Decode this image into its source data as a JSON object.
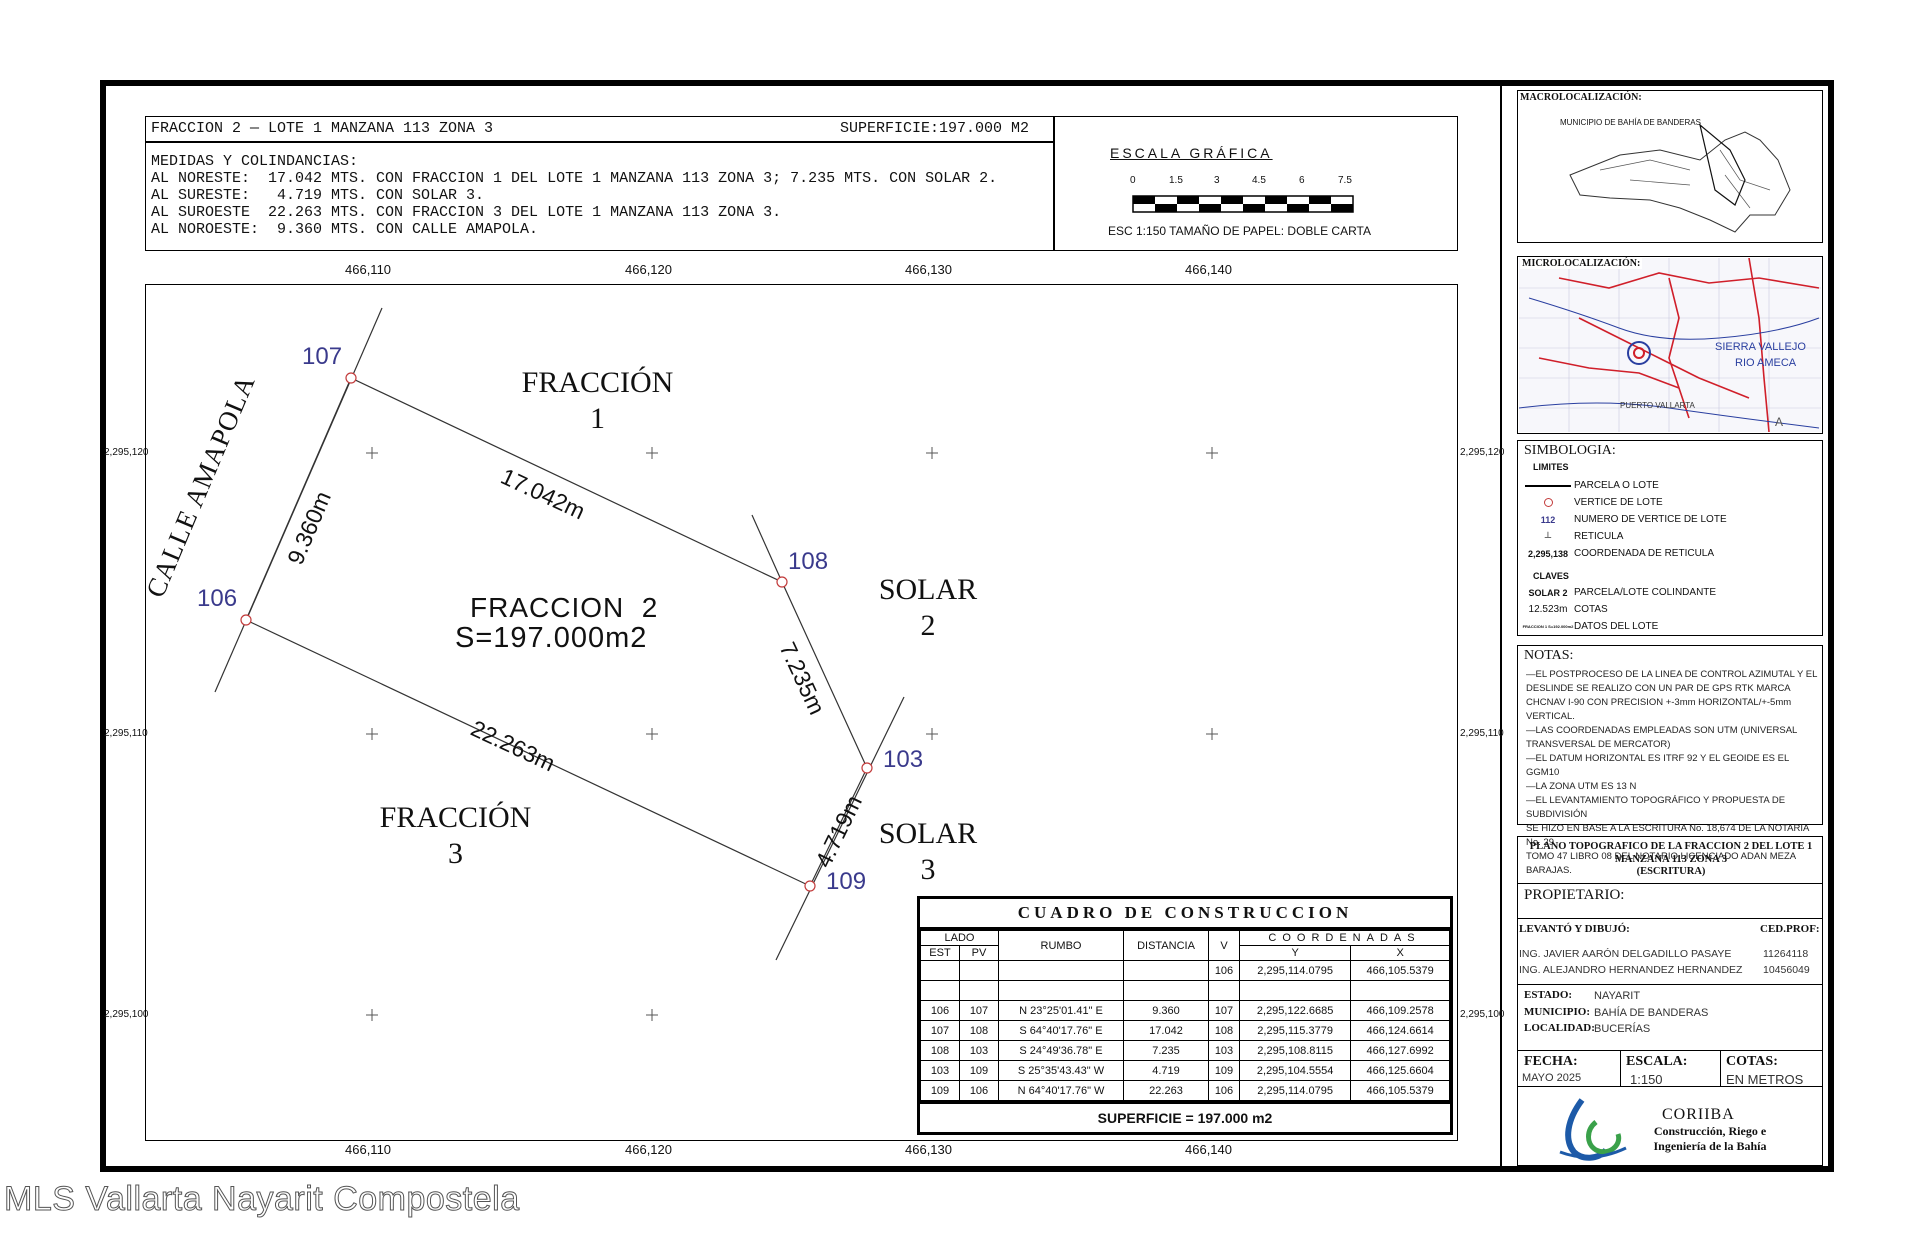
{
  "watermark": "MLS Vallarta Nayarit Compostela",
  "header": {
    "title": "FRACCION 2 — LOTE 1 MANZANA 113 ZONA 3",
    "superficie": "SUPERFICIE:197.000 M2",
    "medidas_title": "MEDIDAS Y COLINDANCIAS:",
    "noreste": "AL NORESTE:  17.042 MTS. CON FRACCION 1 DEL LOTE 1 MANZANA 113 ZONA 3; 7.235 MTS. CON SOLAR 2.",
    "sureste": "AL SURESTE:   4.719 MTS. CON SOLAR 3.",
    "suroeste": "AL SUROESTE  22.263 MTS. CON FRACCION 3 DEL LOTE 1 MANZANA 113 ZONA 3.",
    "noroeste": "AL NOROESTE:  9.360 MTS. CON CALLE AMAPOLA."
  },
  "scale": {
    "title": "ESCALA GRÁFICA",
    "ticks": [
      "0",
      "1.5",
      "3",
      "4.5",
      "6",
      "7.5"
    ],
    "caption": "ESC 1:150  TAMAÑO DE PAPEL: DOBLE CARTA"
  },
  "grid": {
    "x_labels": [
      "466,110",
      "466,120",
      "466,130",
      "466,140"
    ],
    "y_labels": [
      "2,295,120",
      "2,295,110",
      "2,295,100"
    ]
  },
  "plan": {
    "street": "CALLE AMAPOLA",
    "fraccion1": [
      "FRACCIÓN",
      "1"
    ],
    "fraccion3": [
      "FRACCIÓN",
      "3"
    ],
    "solar2": [
      "SOLAR",
      "2"
    ],
    "solar3": [
      "SOLAR",
      "3"
    ],
    "lot_name": "FRACCION  2",
    "lot_area": "S=197.000m2",
    "vertices": [
      "107",
      "108",
      "103",
      "109",
      "106"
    ],
    "dims": [
      "9.360m",
      "17.042m",
      "7.235m",
      "4.719m",
      "22.263m"
    ]
  },
  "construction_table": {
    "title": "CUADRO DE CONSTRUCCION",
    "h_lado": "LADO",
    "h_est": "EST",
    "h_pv": "PV",
    "h_rumbo": "RUMBO",
    "h_distancia": "DISTANCIA",
    "h_v": "V",
    "h_coord": "COORDENADAS",
    "h_y": "Y",
    "h_x": "X",
    "first_row": {
      "v": "106",
      "y": "2,295,114.0795",
      "x": "466,105.5379"
    },
    "rows": [
      {
        "est": "106",
        "pv": "107",
        "rumbo": "N 23°25'01.41\" E",
        "dist": "9.360",
        "v": "107",
        "y": "2,295,122.6685",
        "x": "466,109.2578"
      },
      {
        "est": "107",
        "pv": "108",
        "rumbo": "S 64°40'17.76\" E",
        "dist": "17.042",
        "v": "108",
        "y": "2,295,115.3779",
        "x": "466,124.6614"
      },
      {
        "est": "108",
        "pv": "103",
        "rumbo": "S 24°49'36.78\" E",
        "dist": "7.235",
        "v": "103",
        "y": "2,295,108.8115",
        "x": "466,127.6992"
      },
      {
        "est": "103",
        "pv": "109",
        "rumbo": "S 25°35'43.43\" W",
        "dist": "4.719",
        "v": "109",
        "y": "2,295,104.5554",
        "x": "466,125.6604"
      },
      {
        "est": "109",
        "pv": "106",
        "rumbo": "N 64°40'17.76\" W",
        "dist": "22.263",
        "v": "106",
        "y": "2,295,114.0795",
        "x": "466,105.5379"
      }
    ],
    "superficie": "SUPERFICIE = 197.000 m2"
  },
  "side": {
    "macro_title": "MACROLOCALIZACIÓN:",
    "macro_sub": "MUNICIPIO DE BAHÍA DE BANDERAS",
    "micro_title": "MICROLOCALIZACIÓN:",
    "micro_labels": [
      "SIERRA VALLEJO",
      "RIO AMECA",
      "PUERTO VALLARTA",
      "A"
    ],
    "simbologia_title": "SIMBOLOGIA:",
    "limites": "LIMITES",
    "legend": [
      {
        "sym": "",
        "text": "PARCELA O LOTE"
      },
      {
        "sym": "",
        "text": "VERTICE DE LOTE"
      },
      {
        "sym": "112",
        "text": "NUMERO DE VERTICE DE LOTE"
      },
      {
        "sym": "",
        "text": "RETICULA"
      },
      {
        "sym": "2,295,138",
        "text": "COORDENADA DE RETICULA"
      }
    ],
    "claves": "CLAVES",
    "claves_rows": [
      {
        "sym": "SOLAR 2",
        "text": "PARCELA/LOTE COLINDANTE"
      },
      {
        "sym": "12.523m",
        "text": "COTAS"
      },
      {
        "sym": "FRACCION 1 S=192.000m2",
        "text": "DATOS DEL LOTE"
      }
    ],
    "notas_title": "NOTAS:",
    "notas": [
      "—EL POSTPROCESO DE LA LINEA DE CONTROL AZIMUTAL Y EL",
      "DESLINDE SE REALIZO CON UN PAR DE GPS RTK MARCA",
      "CHCNAV I-90 CON PRECISION +-3mm HORIZONTAL/+-5mm",
      "VERTICAL.",
      "—LAS COORDENADAS EMPLEADAS SON UTM (UNIVERSAL",
      "TRANSVERSAL DE MERCATOR)",
      "—EL DATUM HORIZONTAL ES ITRF 92 Y EL GEOIDE ES EL GGM10",
      "—LA ZONA UTM ES 13 N",
      "—EL LEVANTAMIENTO TOPOGRÁFICO Y PROPUESTA DE SUBDIVISIÓN",
      "SE HIZO EN BASE A LA ESCRITURA No. 18,674 DE LA NOTARIA No. 29",
      "TOMO 47 LIBRO 08 DEL NOTARIO LICENCIADO ADAN MEZA BARAJAS."
    ],
    "plano_title": "PLANO TOPOGRAFICO DE LA FRACCION 2 DEL LOTE 1 MANZANA 113 ZONA 3",
    "plano_sub": "(ESCRITURA)",
    "propietario": "PROPIETARIO:",
    "levanto": "LEVANTÓ Y DIBUJÓ:",
    "cedprof": "CED.PROF:",
    "persons": [
      {
        "name": "ING. JAVIER AARÓN DELGADILLO PASAYE",
        "ced": "11264118"
      },
      {
        "name": "ING. ALEJANDRO HERNANDEZ HERNANDEZ",
        "ced": "10456049"
      }
    ],
    "estado_label": "ESTADO:",
    "estado": "NAYARIT",
    "municipio_label": "MUNICIPIO:",
    "municipio": "BAHÍA DE BANDERAS",
    "localidad_label": "LOCALIDAD:",
    "localidad": "BUCERÍAS",
    "fecha_label": "FECHA:",
    "fecha": "MAYO 2025",
    "escala_label": "ESCALA:",
    "escala": "1:150",
    "cotas_label": "COTAS:",
    "cotas": "EN METROS",
    "company": "CORIIBA",
    "company_sub1": "Construcción, Riego e",
    "company_sub2": "Ingeniería de la Bahía",
    "colors": {
      "vertex": "#c23b3b",
      "vertex_label": "#3a3a8c",
      "map_red": "#d01f2a",
      "map_blue": "#2a3fa0",
      "logo_blue": "#1d5aa8",
      "logo_green": "#3aa14a"
    }
  }
}
